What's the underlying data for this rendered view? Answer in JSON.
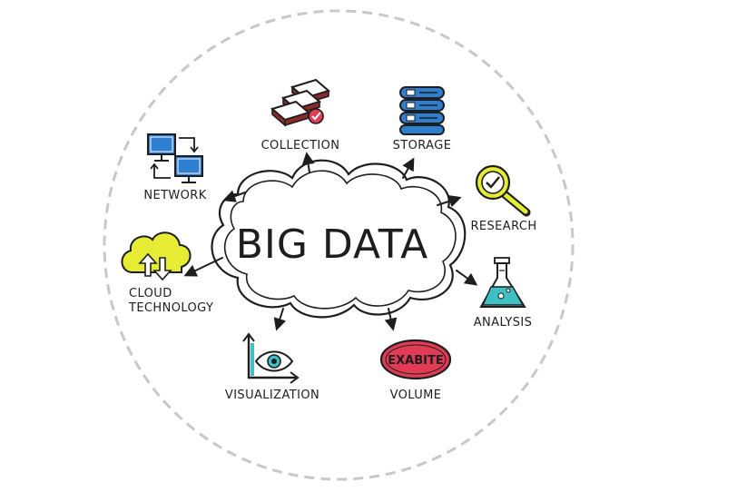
{
  "title": "BIG DATA",
  "nodes": [
    {
      "id": "collection",
      "label": "COLLECTION",
      "icon": "stacked-chips-icon"
    },
    {
      "id": "storage",
      "label": "STORAGE",
      "icon": "server-stack-icon"
    },
    {
      "id": "research",
      "label": "RESEARCH",
      "icon": "magnifier-check-icon"
    },
    {
      "id": "analysis",
      "label": "ANALYSIS",
      "icon": "flask-icon"
    },
    {
      "id": "volume",
      "label": "VOLUME",
      "icon": "exabyte-badge-icon",
      "badge_text": "EXABITE"
    },
    {
      "id": "visualization",
      "label": "VISUALIZATION",
      "icon": "eye-chart-icon"
    },
    {
      "id": "cloud",
      "label_lines": [
        "CLOUD",
        "TECHNOLOGY"
      ],
      "icon": "cloud-sync-icon"
    },
    {
      "id": "network",
      "label": "NETWORK",
      "icon": "monitors-network-icon"
    }
  ],
  "colors": {
    "ink": "#1e1e1e",
    "ring": "#c8c8c8",
    "blue": "#2f7fd1",
    "teal": "#3fc1c4",
    "yellow": "#e6ec33",
    "red": "#e23b55",
    "maroon": "#8b2a2a"
  }
}
